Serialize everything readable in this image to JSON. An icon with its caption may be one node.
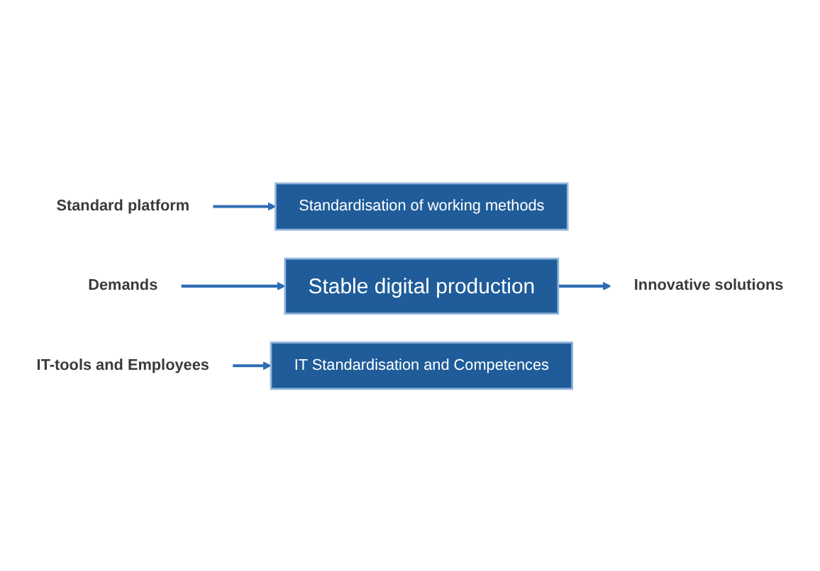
{
  "diagram": {
    "nodes": [
      {
        "text": [
          "Standard platform"
        ]
      },
      {
        "text": [
          "Standardisation of working methods"
        ]
      },
      {
        "text": [
          "Demands"
        ]
      },
      {
        "text": [
          "Stable digital production"
        ]
      },
      {
        "text": [
          "Innovative solutions"
        ]
      },
      {
        "text": [
          "IT Standardisation and Competences"
        ]
      },
      {
        "text": [
          "IT-tools and Employees"
        ]
      }
    ],
    "edges": [
      {
        "from": 0,
        "to": 1,
        "arrow": "to"
      },
      {
        "from": 2,
        "to": 3,
        "arrow": "to"
      },
      {
        "from": 3,
        "to": 4,
        "arrow": "to"
      },
      {
        "from": 6,
        "to": 5,
        "arrow": "to"
      }
    ]
  }
}
